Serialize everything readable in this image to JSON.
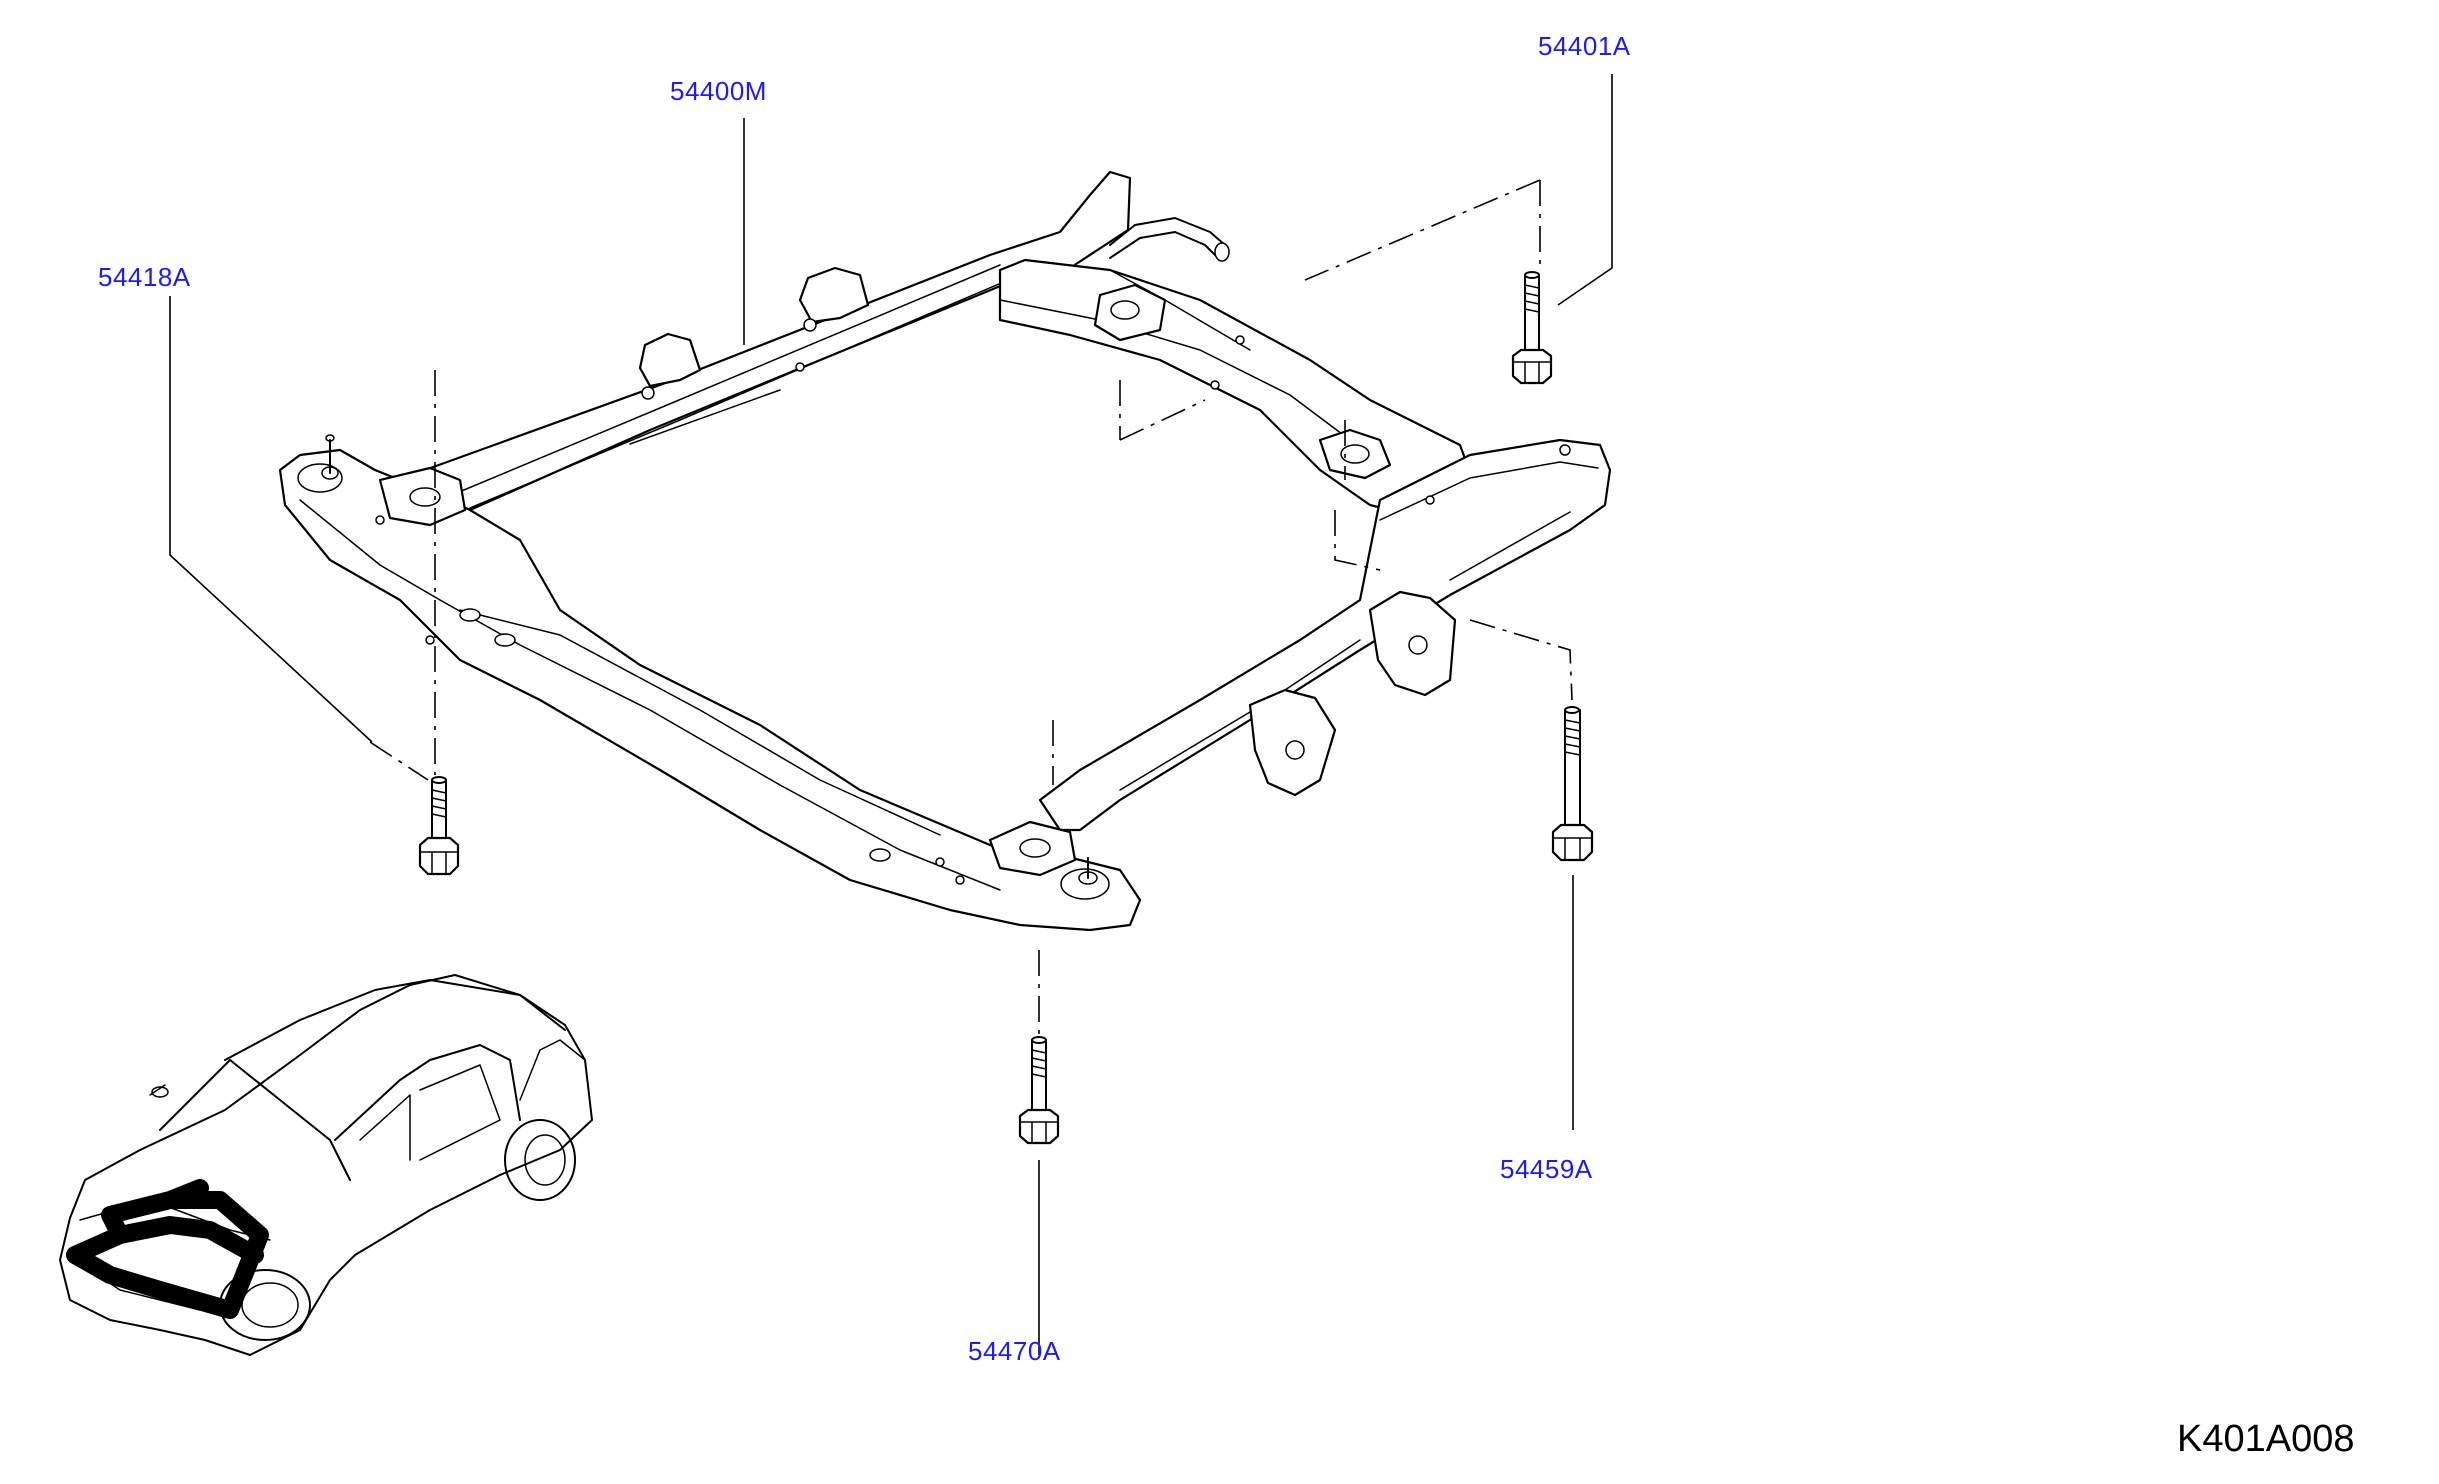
{
  "diagram": {
    "parts": [
      {
        "id": "54400M",
        "label": "54400M"
      },
      {
        "id": "54401A",
        "label": "54401A"
      },
      {
        "id": "54418A",
        "label": "54418A"
      },
      {
        "id": "54459A",
        "label": "54459A"
      },
      {
        "id": "54470A",
        "label": "54470A"
      }
    ],
    "diagram_id": "K401A008"
  }
}
